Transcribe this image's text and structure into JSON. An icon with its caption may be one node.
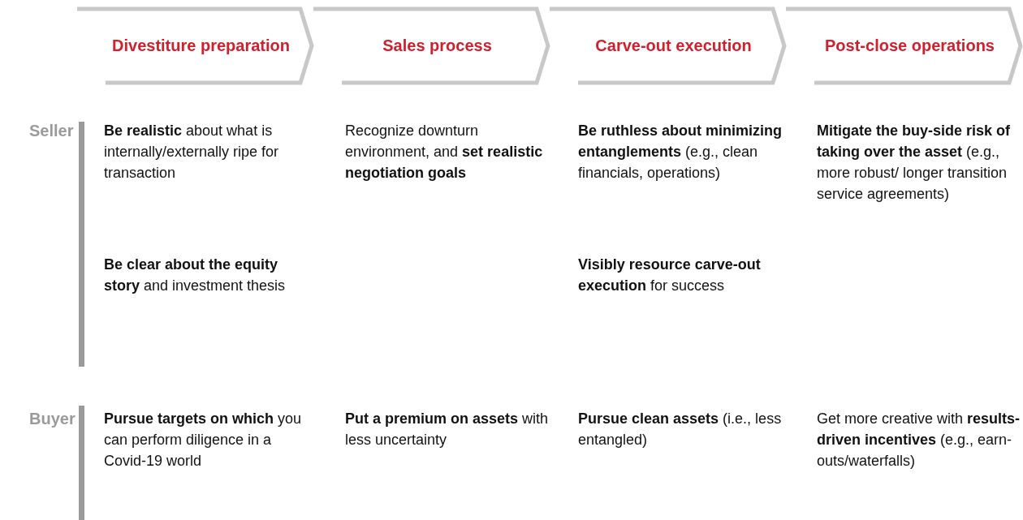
{
  "diagram": {
    "nodes": [
      {
        "text": [
          "Divestiture preparation"
        ]
      },
      {
        "text": [
          "Sales process"
        ]
      },
      {
        "text": [
          "Carve-out execution"
        ]
      },
      {
        "text": [
          "Post-close operations"
        ]
      }
    ],
    "labels": [
      "Seller",
      "**Be realistic** about what is internally/externally ripe for transaction",
      "Recognize downturn environment, and **set realistic negotiation goals**",
      "**Be ruthless about minimizing entanglements** (e.g., clean financials, operations)",
      "**Mitigate the buy-side risk of taking over the asset** (e.g., more robust/ longer transition service agreements)",
      "**Be clear about the equity story** and investment thesis",
      "**Visibly resource carve-out execution** for success",
      "Buyer",
      "**Pursue targets on which** you can perform diligence in a Covid-19 world",
      "**Put a premium on assets** with less uncertainty",
      "**Pursue clean assets** (i.e., less entangled)",
      "Get more creative with **results-driven incentives** (e.g., earn-outs/waterfalls)"
    ]
  }
}
